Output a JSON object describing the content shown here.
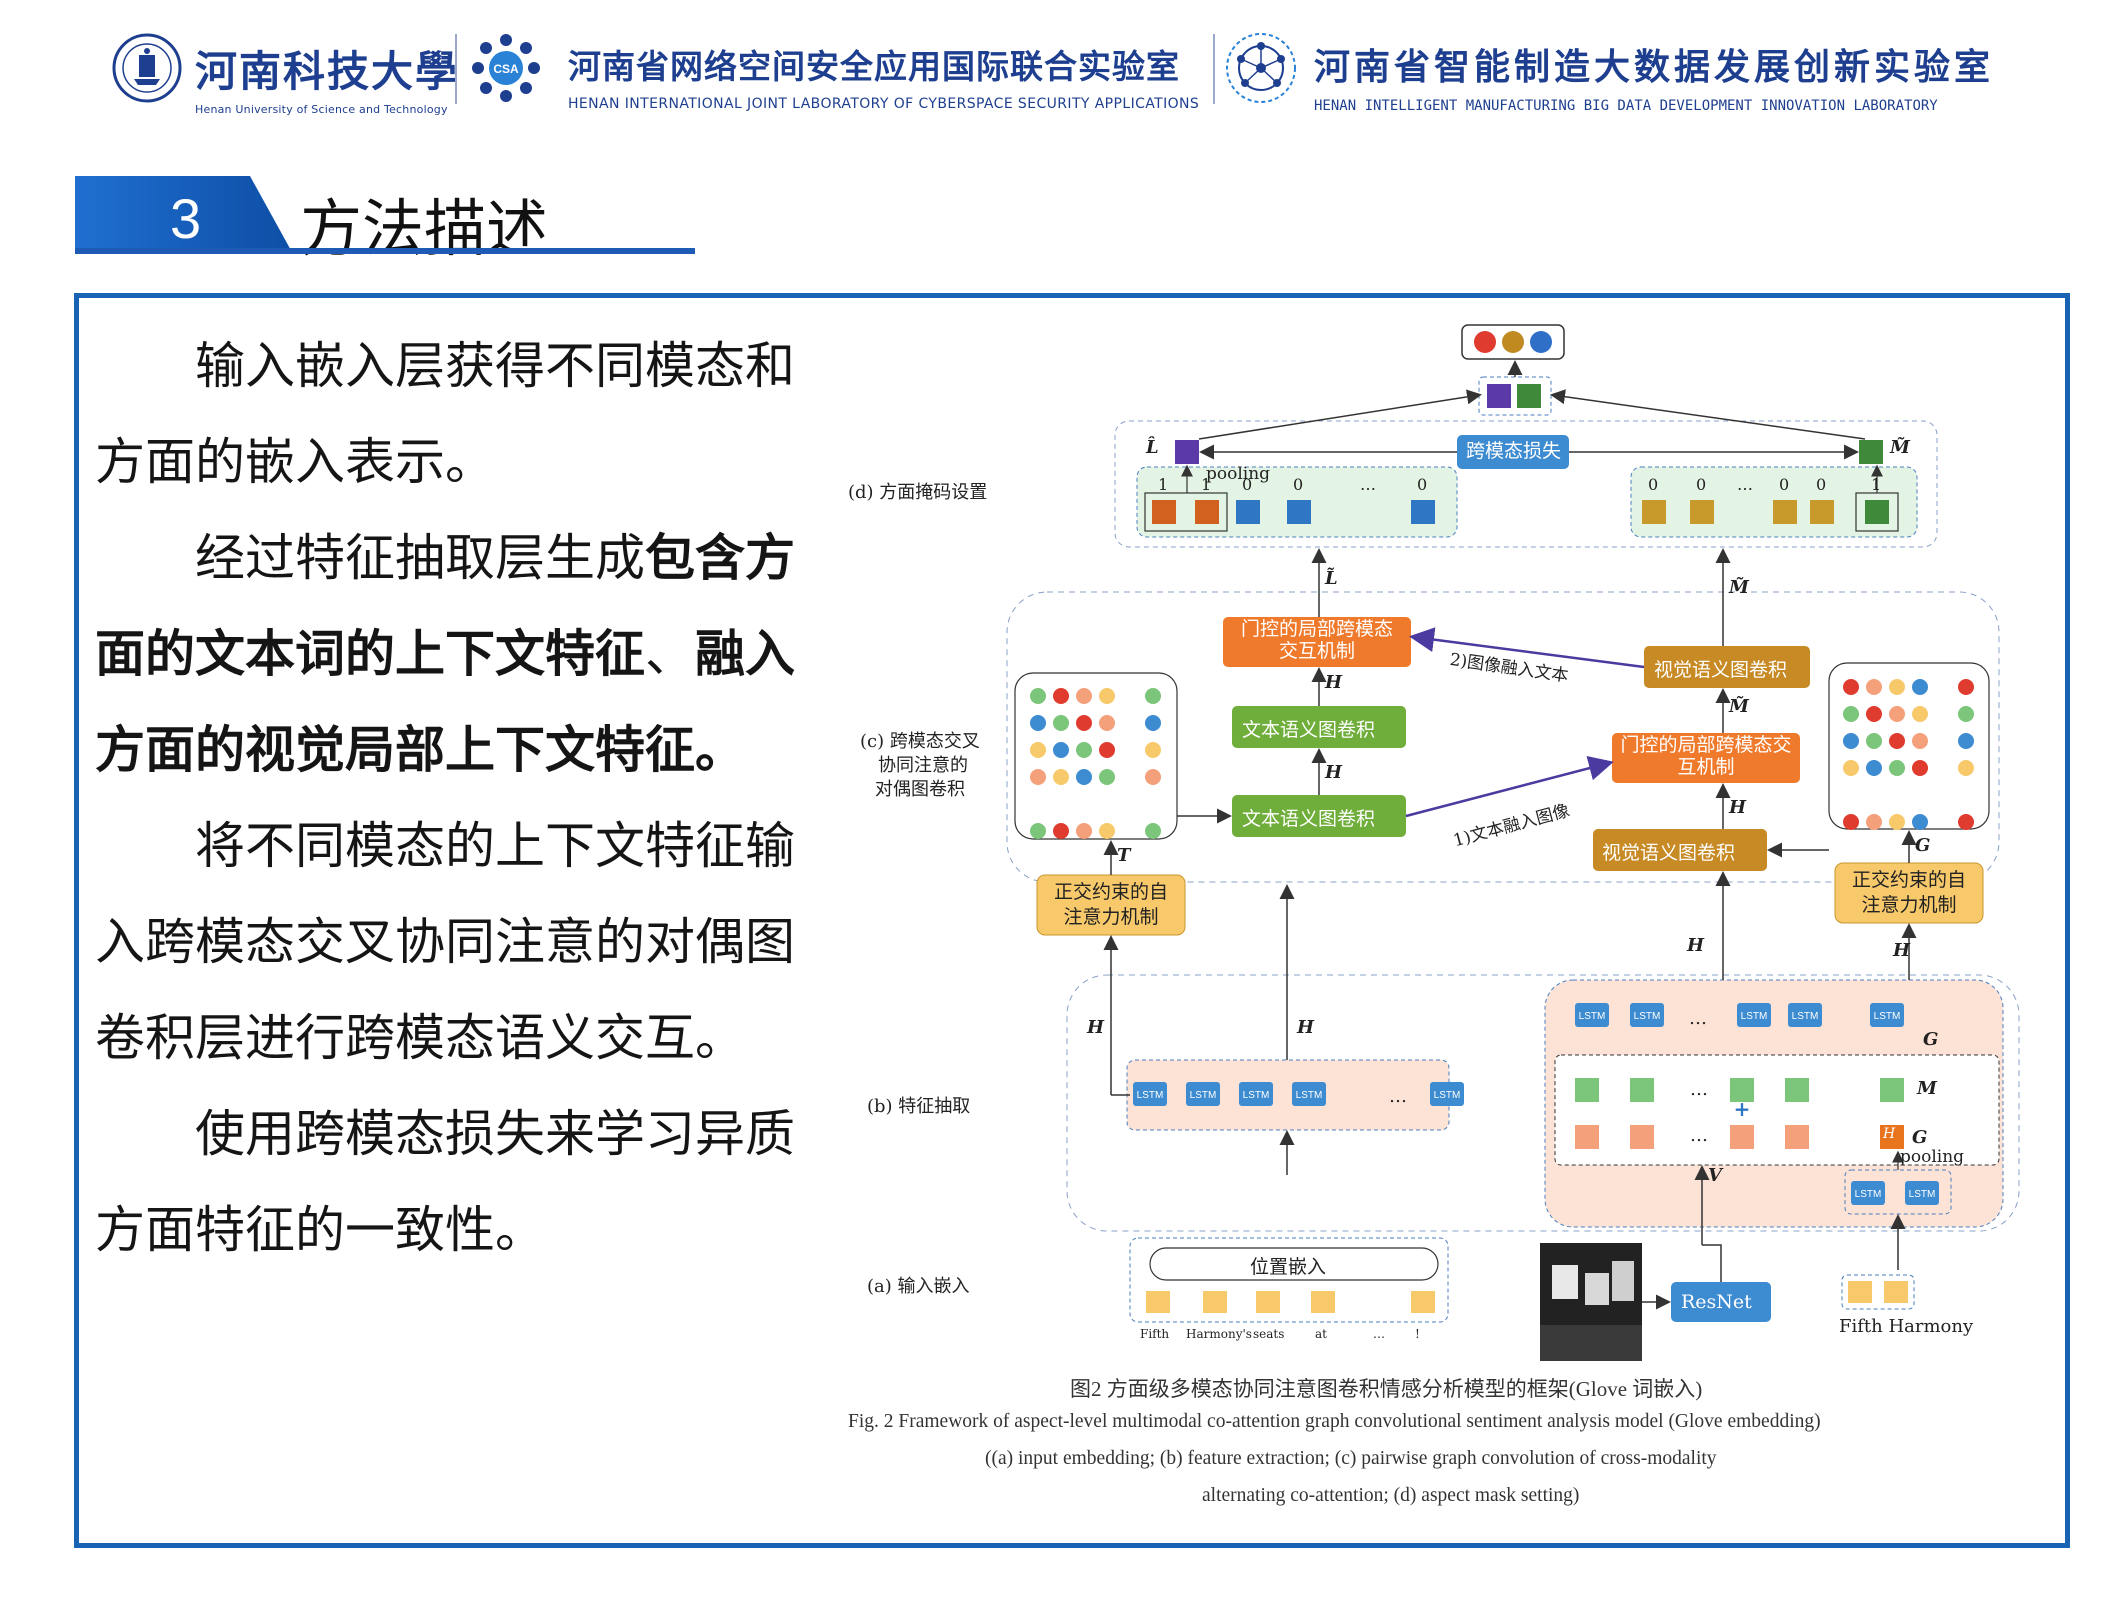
{
  "header": {
    "university_cn": "河南科技大學",
    "university_en": "Henan University of Science and Technology",
    "lab1_badge": "CSA",
    "lab1_cn": "河南省网络空间安全应用国际联合实验室",
    "lab1_en": "HENAN INTERNATIONAL JOINT LABORATORY OF CYBERSPACE SECURITY APPLICATIONS",
    "lab2_cn": "河南省智能制造大数据发展创新实验室",
    "lab2_en": "HENAN INTELLIGENT MANUFACTURING BIG DATA DEVELOPMENT INNOVATION LABORATORY"
  },
  "section": {
    "number": "3",
    "title": "方法描述"
  },
  "body": {
    "p1": "输入嵌入层获得不同模态和方面的嵌入表示。",
    "p2_pre": "经过特征抽取层生成",
    "p2_bold1": "包含方面的文本词的上下文特征",
    "p2_mid": "、",
    "p2_bold2": "融入方面的视觉局部上下文特征。",
    "p3": "将不同模态的上下文特征输入跨模态交叉协同注意的对偶图卷积层进行跨模态语义交互。",
    "p4": "使用跨模态损失来学习异质方面特征的一致性。"
  },
  "figure": {
    "label_d": "(d) 方面掩码设置",
    "label_c1": "(c) 跨模态交叉",
    "label_c2": "协同注意的",
    "label_c3": "对偶图卷积",
    "label_b": "(b) 特征抽取",
    "label_a": "(a) 输入嵌入",
    "cross_loss": "跨模态损失",
    "pooling": "pooling",
    "L_as": "L̂",
    "M_as": "M̃",
    "mask_l1": "1",
    "mask_l2": "1",
    "mask_l3": "0",
    "mask_l4": "0",
    "mask_l5": "…",
    "mask_l6": "0",
    "mask_r1": "0",
    "mask_r2": "0",
    "mask_r3": "…",
    "mask_r4": "0",
    "mask_r5": "0",
    "mask_r6": "1",
    "L_gs": "L̃",
    "M2_gs": "M̃",
    "gated_top": "门控的局部跨模态交互机制",
    "gated_mid": "门控的局部跨模态交互机制",
    "visual_gcn": "视觉语义图卷积",
    "text_gcn": "文本语义图卷积",
    "text_gcn_2": "文本语义图卷积",
    "visual_gcn_2": "视觉语义图卷积",
    "H2_ss": "H",
    "H1_ss": "H",
    "M_gs": "M̃",
    "H1_gs": "H",
    "image_to_text": "2)图像融入文本",
    "text_to_image": "1)文本融入图像",
    "T_sem": "T",
    "G_sem": "G",
    "ortho_left": "正交约束的自注意力机制",
    "ortho_right": "正交约束的自注意力机制",
    "H_s_left": "H",
    "H_s_mid": "H",
    "H_g_mid": "H",
    "H_g_right": "H",
    "lstm": "LSTM",
    "Gs": "G",
    "M": "M",
    "Go": "G",
    "Hg_box": "H",
    "V": "V",
    "pos_embed": "位置嵌入",
    "resnet": "ResNet",
    "words": [
      "Fifth",
      "Harmony's",
      "seats",
      "at",
      "…",
      "!"
    ],
    "aspect_words": "Fifth Harmony",
    "dots": "…"
  },
  "captions": {
    "cn": "图2   方面级多模态协同注意图卷积情感分析模型的框架(Glove 词嵌入)",
    "en1": "Fig. 2    Framework of aspect-level multimodal co-attention graph convolutional sentiment analysis model (Glove embedding)",
    "en2": "((a) input embedding; (b) feature extraction; (c) pairwise graph convolution of cross-modality",
    "en3": "alternating co-attention; (d) aspect mask setting)"
  },
  "colors": {
    "brand_blue": "#1e3f8f",
    "frame_blue": "#1863b3",
    "green_box": "#6fae3a",
    "orange_box": "#f07a2c",
    "gold_box": "#c78a25",
    "blue_box": "#3d8bd0",
    "yellow_box": "#f7c96b",
    "peach_bg": "#fde2d6",
    "mint_bg": "#e4f4e4"
  }
}
